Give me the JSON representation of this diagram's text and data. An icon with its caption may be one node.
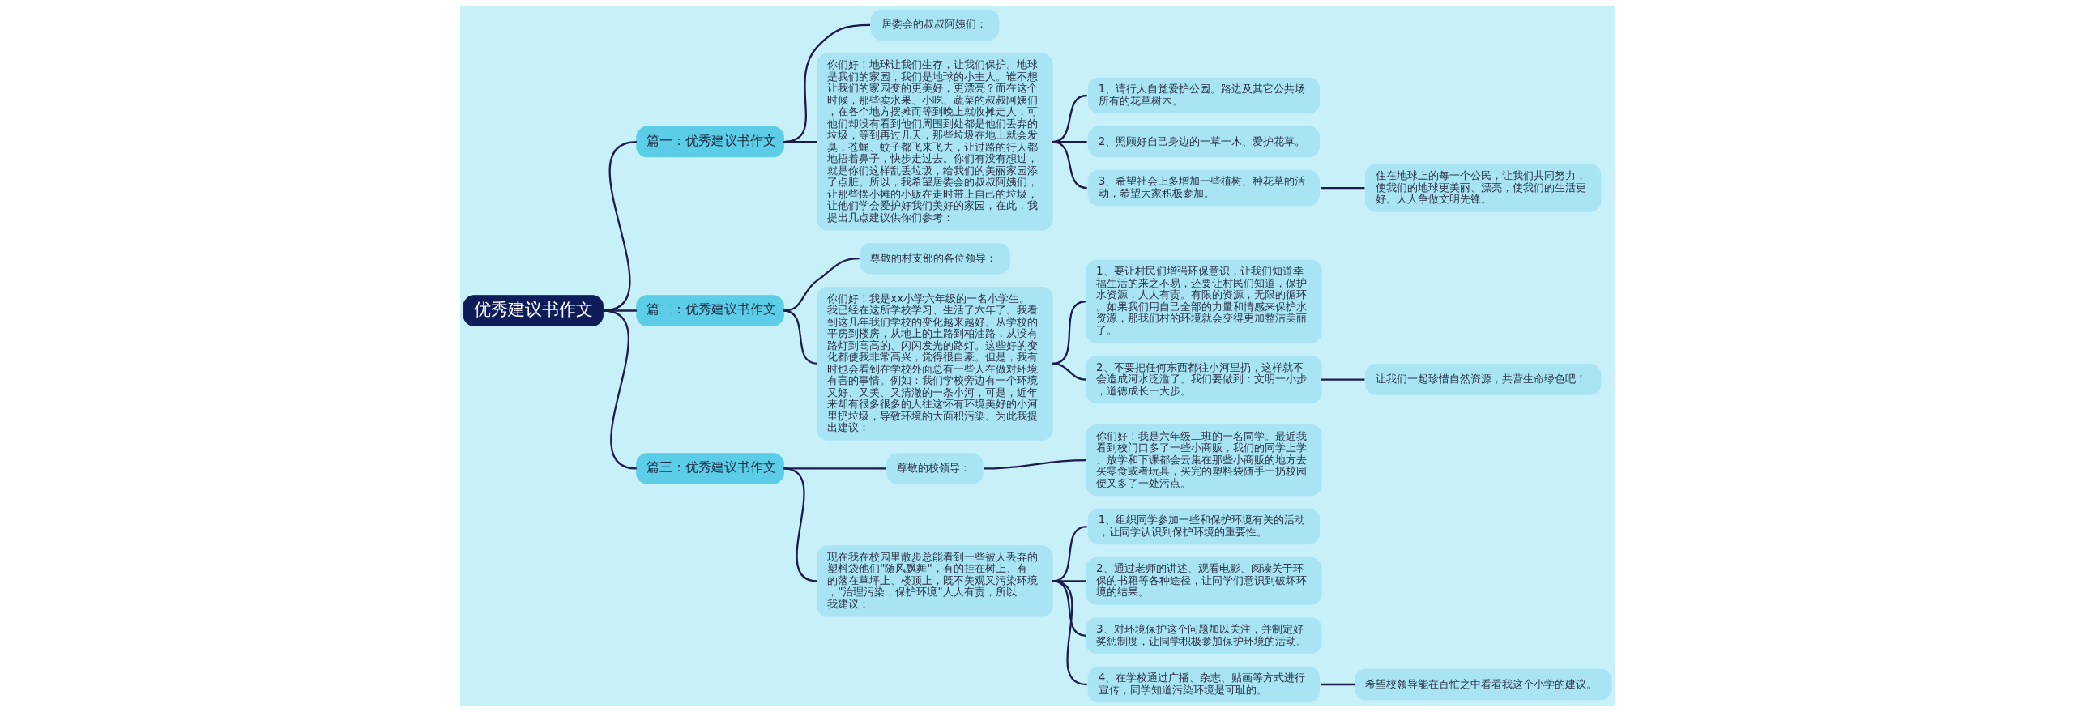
{
  "diagram": {
    "nodes": [
      {
        "text": [
          "优秀建议书作文"
        ]
      },
      {
        "text": [
          "篇一：优秀建议书作文"
        ]
      },
      {
        "text": [
          "居委会的叔叔阿姨们："
        ]
      },
      {
        "text": [
          "你们好！地球让我们生存，让我们保护。地球是我们的家园，我们是地球的小主人。谁不想让我们的家园变的更美好，更漂亮？而在这个时候，那些卖水果、小吃、蔬菜的叔叔阿姨们，在各个地方摆摊而等到晚上就收摊走人，可他们却没有看到他们周围到处都是他们丢弃的垃圾，等到再过几天，那些垃圾在地上就会发臭，苍蝇、蚊子都飞来飞去，让过路的行人都地捂着鼻子，快步走过去。你们有没有想过，就是你们这样乱丢垃圾，给我们的美丽家园添了点脏。所以，我希望居委会的叔叔阿姨们，让那些摆小摊的小贩在走时带上自己的垃圾，让他们学会爱护好我们美好的家园，在此，我提出几点建议供你们参考："
        ]
      },
      {
        "text": [
          "1、请行人自觉爱护公园。路边及其它公共场所有的花草树木。"
        ]
      },
      {
        "text": [
          "2、照顾好自己身边的一草一木、爱护花草。"
        ]
      },
      {
        "text": [
          "3、希望社会上多增加一些植树、种花草的活动，希望大家积极参加。"
        ]
      },
      {
        "text": [
          "住在地球上的每一个公民，让我们共同努力，使我们的地球更美丽、漂亮，使我们的生活更好。人人争做文明先锋。"
        ]
      },
      {
        "text": [
          "篇二：优秀建议书作文"
        ]
      },
      {
        "text": [
          "尊敬的村支部的各位领导："
        ]
      },
      {
        "text": [
          "你们好！我是xx小学六年级的一名小学生。我已经在这所学校学习、生活了六年了。我看到这几年我们学校的变化越来越好。从学校的平房到楼房，从地上的土路到柏油路，从没有路灯到高高的、闪闪发光的路灯。这些好的变化都使我非常高兴，觉得很自豪。但是，我有时也会看到在学校外面总有一些人在做对环境有害的事情。例如：我们学校旁边有一个环境又好、又美、又清澈的一条小河，可是，近年来却有很多很多的人往这怀有环境美好的小河里扔垃圾，导致环境的大面积污染。为此我提出建议："
        ]
      },
      {
        "text": [
          "1、要让村民们增强环保意识，让我们知道幸福生活的来之不易，还要让村民们知道，保护水资源，人人有责。有限的资源，无限的循环。如果我们用自己全部的力量和情感来保护水资源，那我们村的环境就会变得更加整洁美丽了。"
        ]
      },
      {
        "text": [
          "2、不要把任何东西都往小河里扔，这样就不会造成河水泛滥了。我们要做到：文明一小步，道德成长一大步。"
        ]
      },
      {
        "text": [
          "让我们一起珍惜自然资源，共营生命绿色吧！"
        ]
      },
      {
        "text": [
          "篇三：优秀建议书作文"
        ]
      },
      {
        "text": [
          "尊敬的校领导："
        ]
      },
      {
        "text": [
          "你们好！我是六年级二班的一名同学。最近我看到校门口多了一些小商贩，我们的同学上学、放学和下课都会云集在那些小商贩的地方去买零食或者玩具，买完的塑料袋随手一扔校园便又多了一处污点。"
        ]
      },
      {
        "text": [
          "现在我在校园里散步总能看到一些被人丢弃的塑料袋他们\"随风飘舞\"，有的挂在树上、有的落在草坪上、楼顶上，既不美观又污染环境，\"治理污染，保护环境\"人人有责，所以，我建议："
        ]
      },
      {
        "text": [
          "1、组织同学参加一些和保护环境有关的活动，让同学认识到保护环境的重要性。"
        ]
      },
      {
        "text": [
          "2、通过老师的讲述、观看电影、阅读关于环保的书籍等各种途径，让同学们意识到破坏环境的结果。"
        ]
      },
      {
        "text": [
          "3、对环境保护这个问题加以关注，并制定好奖惩制度，让同学积极参加保护环境的活动。"
        ]
      },
      {
        "text": [
          "4、在学校通过广播、杂志、贴画等方式进行宣传，同学知道污染环境是可耻的。"
        ]
      },
      {
        "text": [
          "希望校领导能在百忙之中看看我这个小学的建议。"
        ]
      }
    ],
    "edges": [
      {
        "from": 0,
        "to": 1,
        "arrow": "none"
      },
      {
        "from": 1,
        "to": 2,
        "arrow": "none"
      },
      {
        "from": 1,
        "to": 3,
        "arrow": "none"
      },
      {
        "from": 3,
        "to": 4,
        "arrow": "none"
      },
      {
        "from": 3,
        "to": 5,
        "arrow": "none"
      },
      {
        "from": 3,
        "to": 6,
        "arrow": "none"
      },
      {
        "from": 6,
        "to": 7,
        "arrow": "none"
      },
      {
        "from": 0,
        "to": 8,
        "arrow": "none"
      },
      {
        "from": 8,
        "to": 9,
        "arrow": "none"
      },
      {
        "from": 8,
        "to": 10,
        "arrow": "none"
      },
      {
        "from": 10,
        "to": 11,
        "arrow": "none"
      },
      {
        "from": 10,
        "to": 12,
        "arrow": "none"
      },
      {
        "from": 12,
        "to": 13,
        "arrow": "none"
      },
      {
        "from": 0,
        "to": 14,
        "arrow": "none"
      },
      {
        "from": 14,
        "to": 15,
        "arrow": "none"
      },
      {
        "from": 15,
        "to": 16,
        "arrow": "none"
      },
      {
        "from": 14,
        "to": 17,
        "arrow": "none"
      },
      {
        "from": 17,
        "to": 18,
        "arrow": "none"
      },
      {
        "from": 17,
        "to": 19,
        "arrow": "none"
      },
      {
        "from": 17,
        "to": 20,
        "arrow": "none"
      },
      {
        "from": 17,
        "to": 21,
        "arrow": "none"
      },
      {
        "from": 21,
        "to": 22,
        "arrow": "none"
      }
    ]
  }
}
